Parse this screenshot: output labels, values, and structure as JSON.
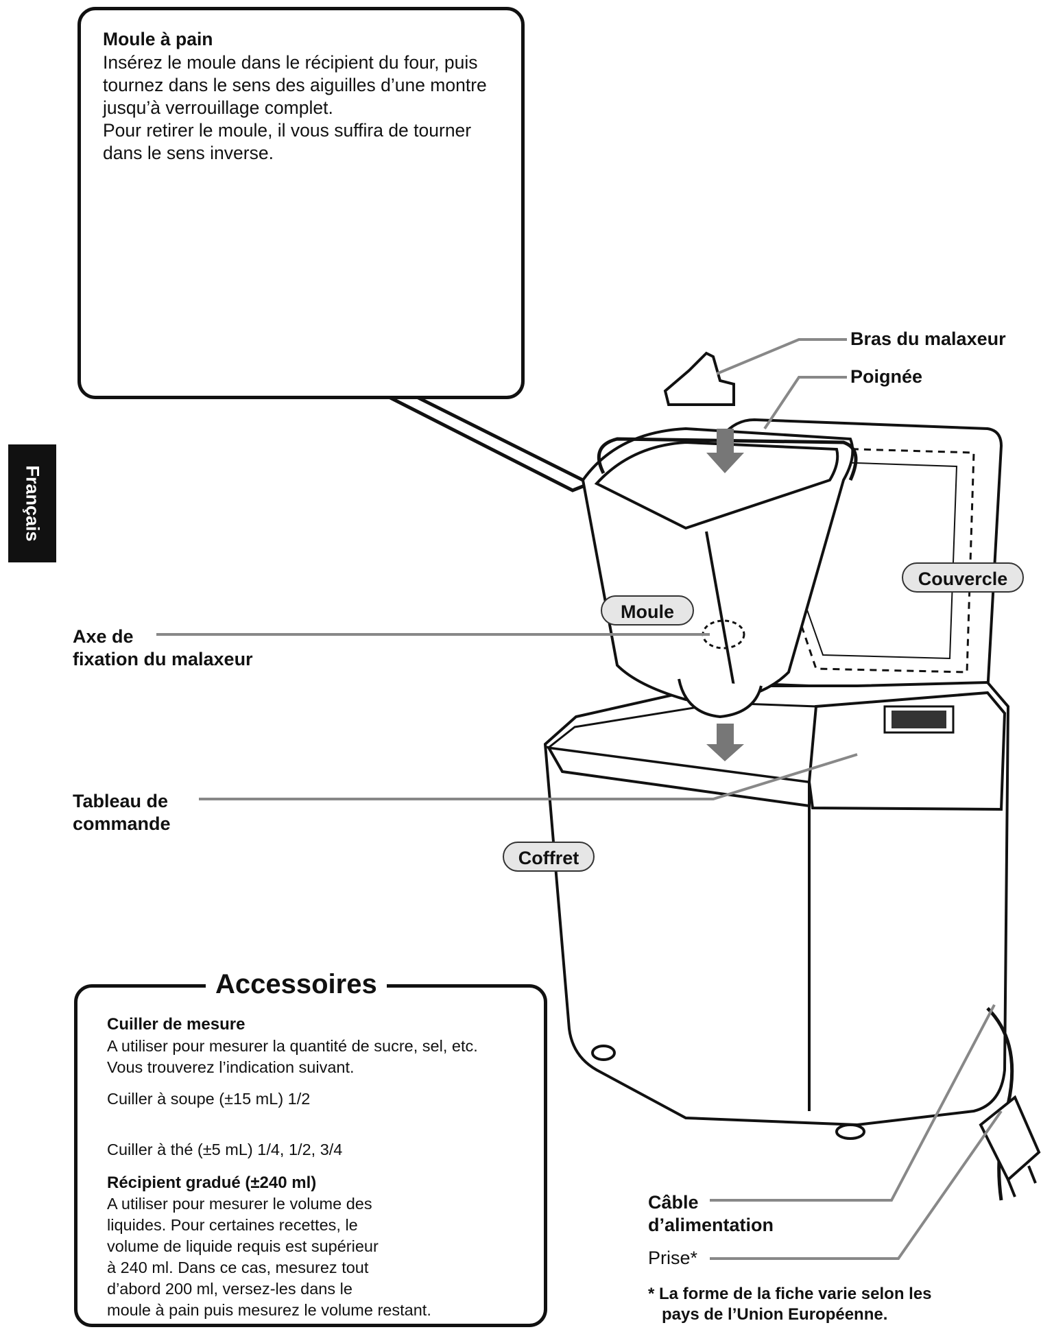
{
  "side_tab": "Français",
  "top_box": {
    "title_prefix": "Moule à ",
    "title_bold": "pain",
    "line1": "Insérez le moule dans le récipient du four, puis",
    "line2": "tournez dans le sens des aiguilles d’une montre",
    "line3": "jusqu’à verrouillage complet.",
    "line4": "Pour retirer le moule, il vous suffira de tourner",
    "line5": "dans le sens inverse."
  },
  "labels": {
    "bras": "Bras du malaxeur",
    "poignee": "Poignée",
    "couvercle": "Couvercle",
    "moule": "Moule",
    "axe_line1": "Axe de",
    "axe_line2": "fixation du malaxeur",
    "tableau_line1": "Tableau de",
    "tableau_line2": "commande",
    "coffret": "Coffret",
    "cable_line1": "Câble",
    "cable_line2": "d’alimentation",
    "prise": "Prise*"
  },
  "footnote": {
    "line1": "* La forme de la fiche varie selon les",
    "line2": "pays de l’Union Européenne."
  },
  "accessoires": {
    "title": "Accessoires",
    "cuiller_title": "Cuiller de mesure",
    "cuiller_line1": "A utiliser pour mesurer la quantité de sucre, sel, etc.",
    "cuiller_line2": "Vous trouverez l’indication suivant.",
    "soupe": "Cuiller à soupe (±15 mL) 1/2",
    "the": "Cuiller à thé (±5 mL) 1/4, 1/2, 3/4",
    "recipient_title": "Récipient gradué (±240 ml)",
    "rec_line1": "A utiliser pour mesurer le volume des",
    "rec_line2": "liquides. Pour certaines recettes, le",
    "rec_line3": "volume de liquide requis est supérieur",
    "rec_line4": "à 240 ml. Dans ce cas, mesurez tout",
    "rec_line5": "d’abord 200 ml, versez-les dans le",
    "rec_line6": "moule à pain puis mesurez le volume restant."
  }
}
